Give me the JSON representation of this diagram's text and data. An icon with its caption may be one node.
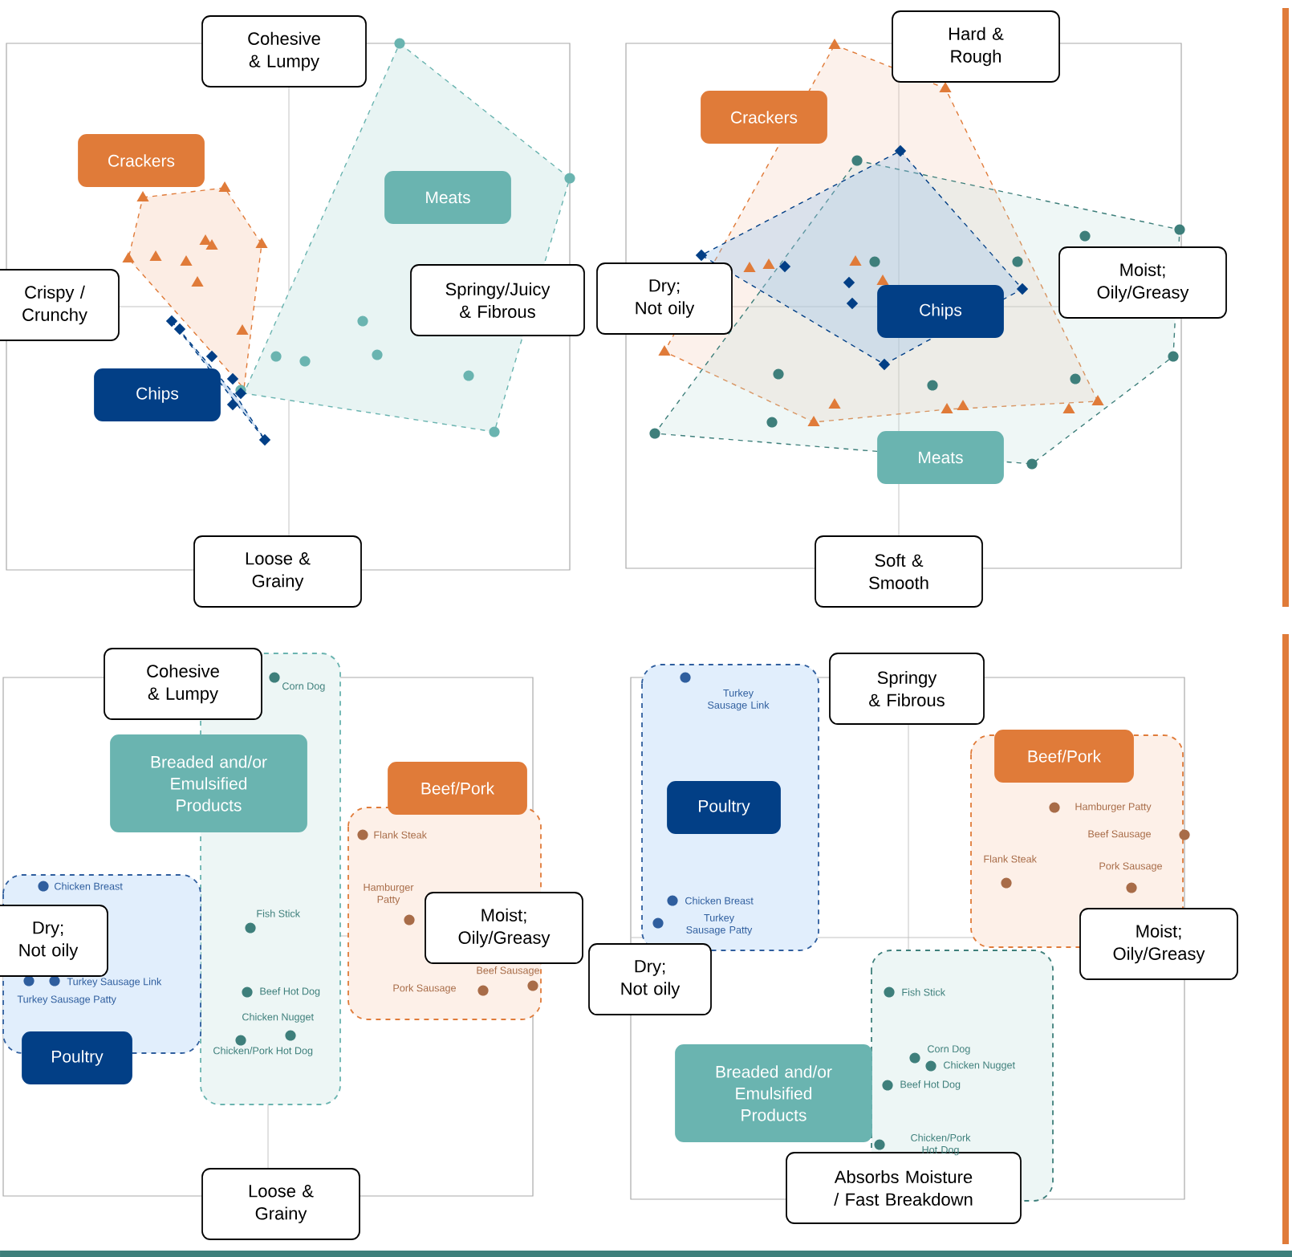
{
  "diagram": {
    "nodes": [
      {
        "text": [
          "Cohesive & Lumpy"
        ]
      },
      {
        "text": [
          "Crackers"
        ]
      },
      {
        "text": [
          "Meats"
        ]
      },
      {
        "text": [
          "Crispy / Crunchy"
        ]
      },
      {
        "text": [
          "Springy/Juicy & Fibrous"
        ]
      },
      {
        "text": [
          "Chips"
        ]
      },
      {
        "text": [
          "Loose & Grainy"
        ]
      },
      {
        "text": [
          "Hard & Rough"
        ]
      },
      {
        "text": [
          "Crackers"
        ]
      },
      {
        "text": [
          "Dry; Not oily"
        ]
      },
      {
        "text": [
          "Chips"
        ]
      },
      {
        "text": [
          "Moist; Oily/Greasy"
        ]
      },
      {
        "text": [
          "Meats"
        ]
      },
      {
        "text": [
          "Soft & Smooth"
        ]
      },
      {
        "text": [
          "Cohesive & Lumpy"
        ]
      },
      {
        "text": [
          "Breaded and/or Emulsified Products"
        ]
      },
      {
        "text": [
          "Beef/Pork"
        ]
      },
      {
        "text": [
          "Dry; Not oily"
        ]
      },
      {
        "text": [
          "Moist; Oily/Greasy"
        ]
      },
      {
        "text": [
          "Poultry"
        ]
      },
      {
        "text": [
          "Loose & Grainy"
        ]
      },
      {
        "text": [
          "Springy & Fibrous"
        ]
      },
      {
        "text": [
          "Poultry"
        ]
      },
      {
        "text": [
          "Beef/Pork"
        ]
      },
      {
        "text": [
          "Dry; Not oily"
        ]
      },
      {
        "text": [
          "Moist; Oily/Greasy"
        ]
      },
      {
        "text": [
          "Breaded and/or Emulsified Products"
        ]
      },
      {
        "text": [
          "Absorbs Moisture / Fast Breakdown"
        ]
      }
    ],
    "labels": [
      "Corn Dog",
      "Chicken Breast",
      "Flank Steak",
      "Hamburger Patty",
      "Fish Stick",
      "Turkey Sausage Link",
      "Beef Sausage",
      "Turkey Sausage Patty",
      "Pork Sausage",
      "Beef Hot Dog",
      "Chicken Nugget",
      "Chicken/Pork Hot Dog",
      "Turkey Sausage Link",
      "Hamburger Patty",
      "Beef Sausage",
      "Flank Steak",
      "Pork Sausage",
      "Chicken Breast",
      "Turkey Sausage Patty",
      "Fish Stick",
      "Corn Dog",
      "Chicken Nugget",
      "Beef Hot Dog",
      "Chicken/Pork Hot Dog"
    ]
  }
}
